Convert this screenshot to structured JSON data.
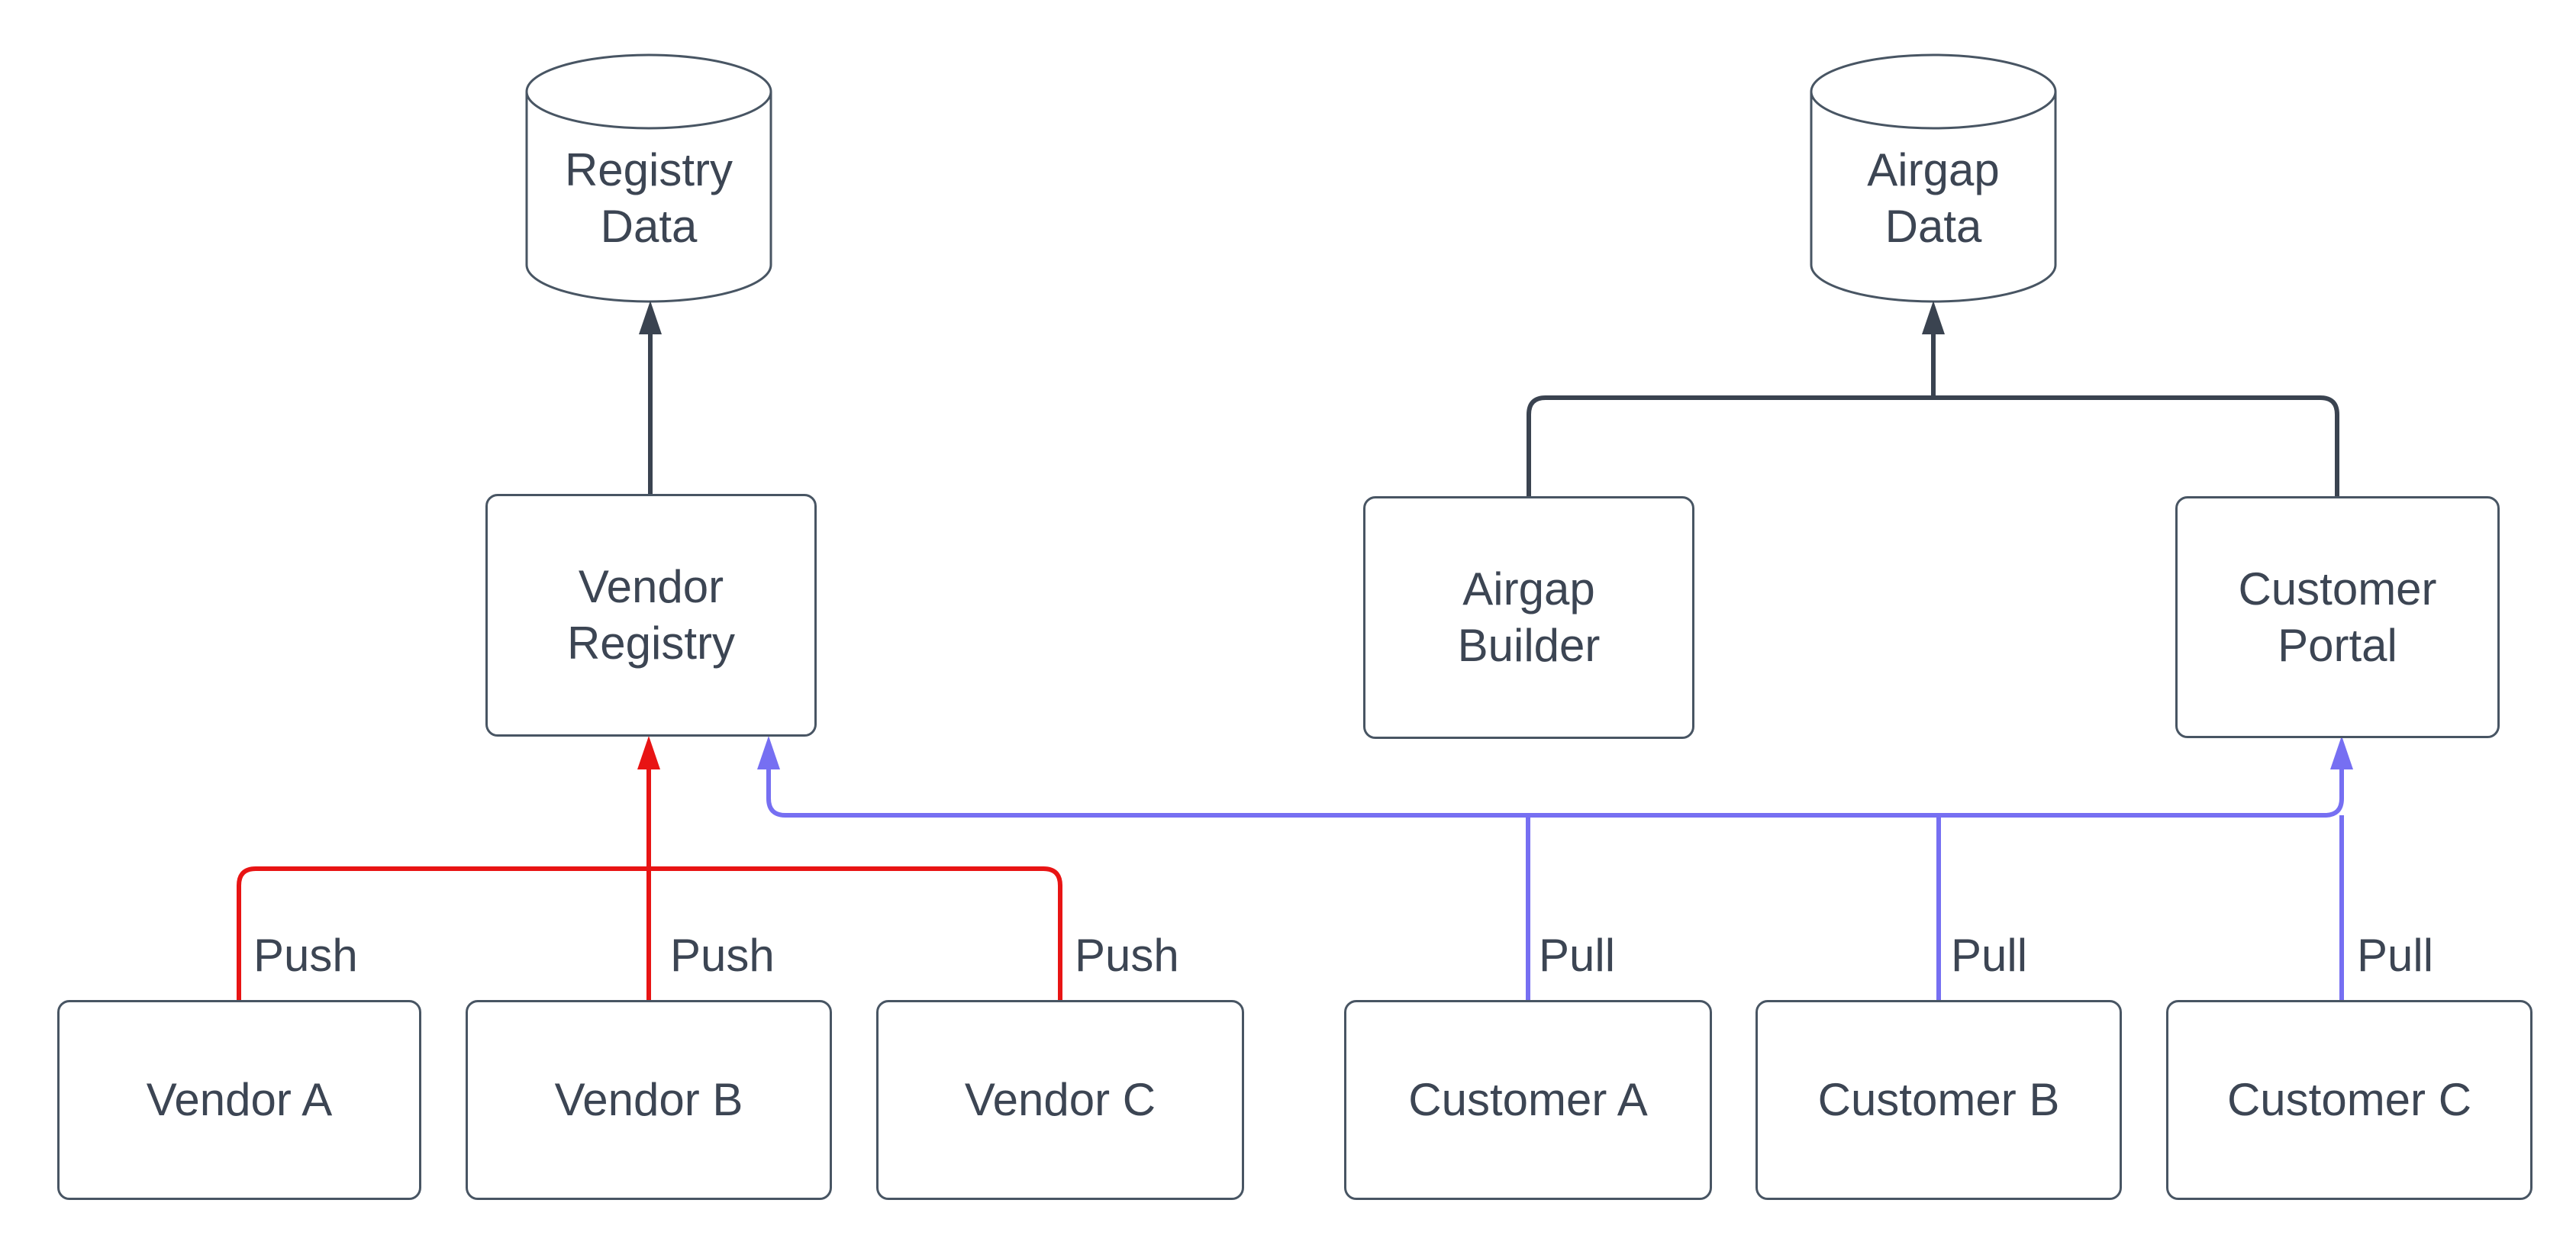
{
  "colors": {
    "dark": "#3a4350",
    "red": "#e81414",
    "blue": "#766ff2",
    "stroke": "#485563",
    "text": "#3c4553",
    "bg": "#ffffff"
  },
  "nodes": {
    "registry_data": {
      "type": "database-cylinder",
      "line1": "Registry",
      "line2": "Data"
    },
    "airgap_data": {
      "type": "database-cylinder",
      "line1": "Airgap",
      "line2": "Data"
    },
    "vendor_registry": {
      "line1": "Vendor",
      "line2": "Registry"
    },
    "airgap_builder": {
      "line1": "Airgap",
      "line2": "Builder"
    },
    "customer_portal": {
      "line1": "Customer",
      "line2": "Portal"
    },
    "vendor_a": {
      "label": "Vendor A"
    },
    "vendor_b": {
      "label": "Vendor B"
    },
    "vendor_c": {
      "label": "Vendor C"
    },
    "customer_a": {
      "label": "Customer A"
    },
    "customer_b": {
      "label": "Customer B"
    },
    "customer_c": {
      "label": "Customer C"
    }
  },
  "edge_labels": {
    "push": [
      "Push",
      "Push",
      "Push"
    ],
    "pull": [
      "Pull",
      "Pull",
      "Pull"
    ]
  }
}
